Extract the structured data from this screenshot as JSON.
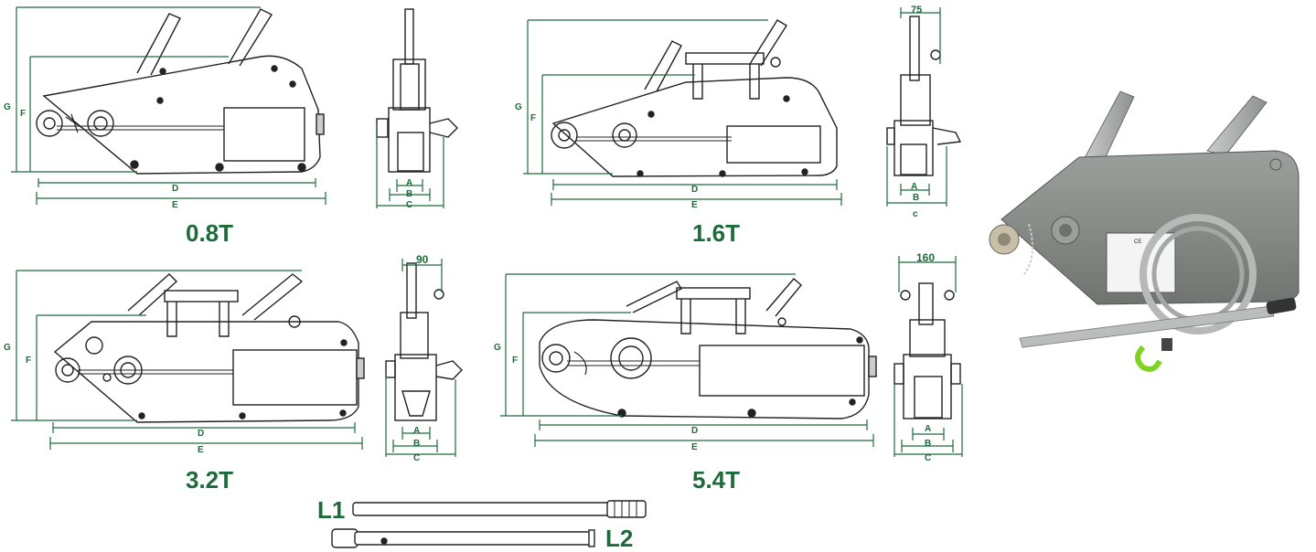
{
  "captions": {
    "m1": "0.8T",
    "m2": "1.6T",
    "m3": "3.2T",
    "m4": "5.4T"
  },
  "dim_labels": {
    "d": "D",
    "e": "E",
    "f": "F",
    "g": "G",
    "a": "A",
    "b": "B",
    "c": "C",
    "c_lower": "c"
  },
  "side_widths": {
    "m2": "75",
    "m3": "90",
    "m4": "160"
  },
  "handles": {
    "l1": "L1",
    "l2": "L2"
  },
  "photo": {
    "plate_text": "CE"
  },
  "colors": {
    "dimension_line": "#1e6b3a",
    "drawing_line": "#222222",
    "photo_body": "#8a8f8c",
    "hook": "#7ed321"
  }
}
